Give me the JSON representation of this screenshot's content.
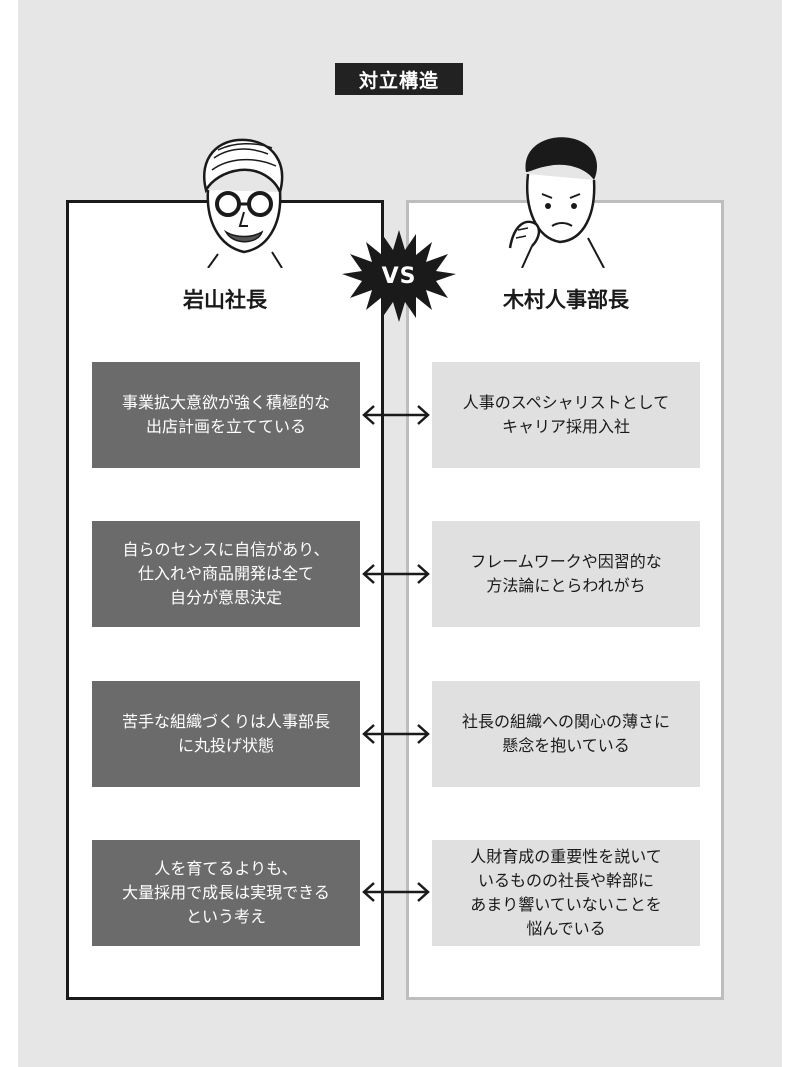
{
  "title": "対立構造",
  "vs_label": "VS",
  "left": {
    "name": "岩山社長",
    "items": [
      "事業拡大意欲が強く積極的な\n出店計画を立てている",
      "自らのセンスに自信があり、\n仕入れや商品開発は全て\n自分が意思決定",
      "苦手な組織づくりは人事部長\nに丸投げ状態",
      "人を育てるよりも、\n大量採用で成長は実現できる\nという考え"
    ]
  },
  "right": {
    "name": "木村人事部長",
    "items": [
      "人事のスペシャリストとして\nキャリア採用入社",
      "フレームワークや因習的な\n方法論にとらわれがち",
      "社長の組織への関心の薄さに\n懸念を抱いている",
      "人財育成の重要性を説いて\nいるものの社長や幹部に\nあまり響いていないことを\n悩んでいる"
    ]
  },
  "colors": {
    "dark": "#1a1a1a",
    "left_box": "#6b6b6b",
    "right_box": "#e0e0e0",
    "panel": "#e6e6e6"
  }
}
